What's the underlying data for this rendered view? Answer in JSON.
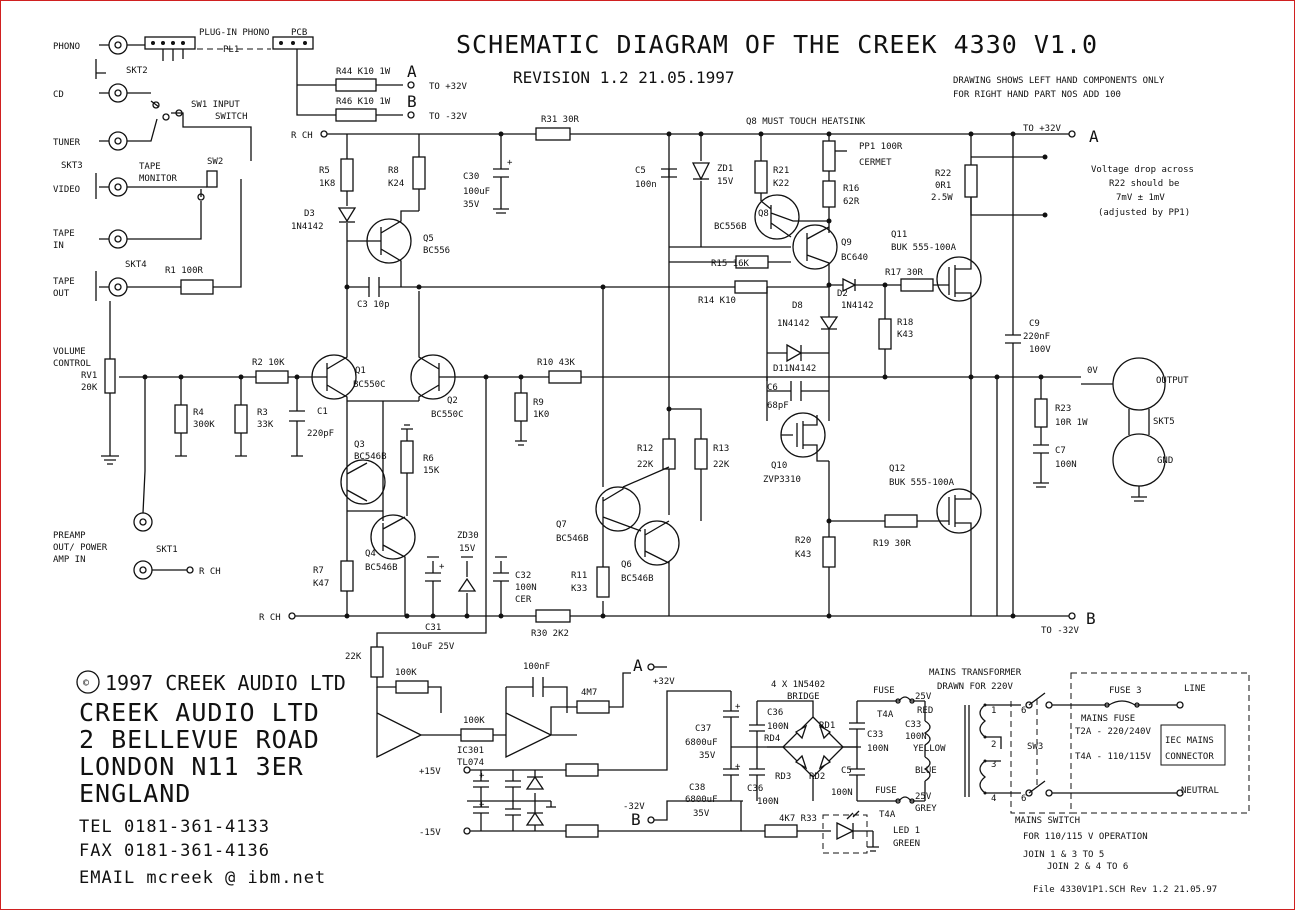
{
  "title": "SCHEMATIC DIAGRAM OF THE CREEK 4330 V1.0",
  "revision": "REVISION 1.2  21.05.1997",
  "notes": {
    "drawing_line1": "DRAWING SHOWS LEFT HAND COMPONENTS ONLY",
    "drawing_line2": "FOR RIGHT HAND PART NOS ADD 100",
    "q8_heatsink": "Q8 MUST TOUCH HEATSINK",
    "vdrop_1": "Voltage drop across",
    "vdrop_2": "R22 should be",
    "vdrop_3": "7mV  ± 1mV",
    "vdrop_4": "(adjusted by PP1)",
    "op_title": "FOR 110/115 V OPERATION",
    "op_1": "JOIN 1 & 3 TO 5",
    "op_2": "JOIN 2 & 4 TO 6",
    "file": "File 4330V1P1.SCH   Rev 1.2 21.05.97"
  },
  "company": {
    "copyright": "1997 CREEK AUDIO LTD",
    "copyright_symbol": "©",
    "name": "CREEK AUDIO LTD",
    "addr1": "2 BELLEVUE ROAD",
    "addr2": "LONDON N11 3ER",
    "addr3": "ENGLAND",
    "tel": "TEL   0181-361-4133",
    "fax": "FAX   0181-361-4136",
    "email": "EMAIL  mcreek @ ibm.net"
  },
  "labels": {
    "phono": "PHONO",
    "cd": "CD",
    "tuner": "TUNER",
    "video": "VIDEO",
    "tape_in_1": "TAPE",
    "tape_in_2": "IN",
    "tape_out_1": "TAPE",
    "tape_out_2": "OUT",
    "skt2": "SKT2",
    "skt3": "SKT3",
    "skt4": "SKT4",
    "skt1": "SKT1",
    "skt5": "SKT5",
    "plugin": "PLUG-IN PHONO",
    "pcb": "PCB",
    "pl1": "PL1",
    "sw1_1": "SW1 INPUT",
    "sw1_2": "SWITCH",
    "sw2": "SW2",
    "tape_mon_1": "TAPE",
    "tape_mon_2": "MONITOR",
    "vol_1": "VOLUME",
    "vol_2": "CONTROL",
    "rv1": "RV1",
    "rv1_v": "20K",
    "preamp_1": "PREAMP",
    "preamp_2": "OUT/ POWER",
    "preamp_3": "AMP IN",
    "rch_preamp": "R CH",
    "r44": "R44 K10 1W",
    "r46": "R46 K10 1W",
    "a": "A",
    "b": "B",
    "plus32": "TO +32V",
    "minus32": "TO -32V",
    "rch_top": "R CH",
    "rch_bot": "R CH",
    "r31": "R31 30R",
    "r5": "R5",
    "r5v": "1K8",
    "r8": "R8",
    "r8v": "K24",
    "d3": "D3",
    "d3v": "1N4142",
    "q5": "Q5",
    "q5v": "BC556",
    "c30": "C30",
    "c30v": "100uF",
    "c30v2": "35V",
    "c5": "C5",
    "c5v": "100n",
    "zd1": "ZD1",
    "zd1v": "15V",
    "r21": "R21",
    "r21v": "K22",
    "pp1": "PP1 100R",
    "pp1v": "CERMET",
    "r16": "R16",
    "r16v": "62R",
    "r22": "R22",
    "r22v": "0R1",
    "r22w": "2.5W",
    "q8": "Q8",
    "q8v": "BC556B",
    "q9": "Q9",
    "q9v": "BC640",
    "r15": "R15 16K",
    "q11": "Q11",
    "q11v": "BUK 555-100A",
    "c3": "C3 10p",
    "r14": "R14 K10",
    "d2": "D2",
    "d2v": "1N4142",
    "r17": "R17 30R",
    "d8": "D8",
    "d8v": "1N4142",
    "r18": "R18",
    "r18v": "K43",
    "c9": "C9",
    "c9v": "220nF",
    "c9v2": "100V",
    "r2": "R2 10K",
    "q1": "Q1",
    "q1v": "BC550C",
    "q2": "Q2",
    "q2v": "BC550C",
    "r10": "R10 43K",
    "d11": "D11N4142",
    "ov": "0V",
    "output": "OUTPUT",
    "r4": "R4",
    "r4v": "300K",
    "r3": "R3",
    "r3v": "33K",
    "c1": "C1",
    "c1v": "220pF",
    "r9": "R9",
    "r9v": "1K0",
    "c6": "C6",
    "c6v": "68pF",
    "r23": "R23",
    "r23v": "10R 1W",
    "c7": "C7",
    "c7v": "100N",
    "gnd": "GND",
    "q3": "Q3",
    "q3v": "BC546B",
    "r6": "R6",
    "r6v": "15K",
    "r12": "R12",
    "r12v": "22K",
    "r13": "R13",
    "r13v": "22K",
    "q10": "Q10",
    "q10v": "ZVP3310",
    "q12": "Q12",
    "q12v": "BUK 555-100A",
    "q4": "Q4",
    "q4v": "BC546B",
    "zd30": "ZD30",
    "zd30v": "15V",
    "q7": "Q7",
    "q7v": "BC546B",
    "q6": "Q6",
    "q6v": "BC546B",
    "r20": "R20",
    "r20v": "K43",
    "r19": "R19 30R",
    "r7": "R7",
    "r7v": "K47",
    "c32": "C32",
    "c32v": "100N",
    "c32v2": "CER",
    "r11": "R11",
    "r11v": "K33",
    "c31": "C31",
    "c31v": "10uF 25V",
    "r30": "R30 2K2",
    "to_m32": "TO -32V",
    "r22k": "22K",
    "r100k_1": "100K",
    "r100k_2": "100K",
    "c100nf": "100nF",
    "r4m7": "4M7",
    "ic301": "IC301",
    "ic301v": "TL074",
    "p32": "+32V",
    "m32": "-32V",
    "p15": "+15V",
    "m15": "-15V",
    "bridge_1": "4 X 1N5402",
    "bridge_2": "BRIDGE",
    "c37": "C37",
    "c37v": "6800uF",
    "c37v2": "35V",
    "c38": "C38",
    "c38v": "6800uF",
    "c38v2": "35V",
    "c36a": "C36",
    "c36av": "100N",
    "c36b": "C36",
    "c36bv": "100N",
    "rd1": "RD1",
    "rd2": "RD2",
    "rd3": "RD3",
    "rd4": "RD4",
    "c33a": "C33",
    "c33av": "100N",
    "c33b": "C33",
    "c33bv": "100N",
    "c5b": "C5",
    "c5bv": "100N",
    "fuse_1": "FUSE",
    "t4a_1": "T4A",
    "fuse_2": "FUSE",
    "t4a_2": "T4A",
    "v25_1": "25V",
    "red": "RED",
    "v25_2": "25V",
    "grey": "GREY",
    "yellow": "YELLOW",
    "blue": "BLUE",
    "mains_t1": "MAINS TRANSFORMER",
    "mains_t2": "DRAWN FOR 220V",
    "n1": "1",
    "n2": "2",
    "n3": "3",
    "n4": "4",
    "n5": "5",
    "n6": "6",
    "sw3": "SW3",
    "mains_switch": "MAINS SWITCH",
    "fuse3": "FUSE 3",
    "line": "LINE",
    "neutral": "NEUTRAL",
    "mains_fuse": "MAINS FUSE",
    "t2a": "T2A - 220/240V",
    "t4a_m": "T4A - 110/115V",
    "iec_1": "IEC MAINS",
    "iec_2": "CONNECTOR",
    "r33": "4K7 R33",
    "led_1": "LED 1",
    "led_2": "GREEN"
  }
}
